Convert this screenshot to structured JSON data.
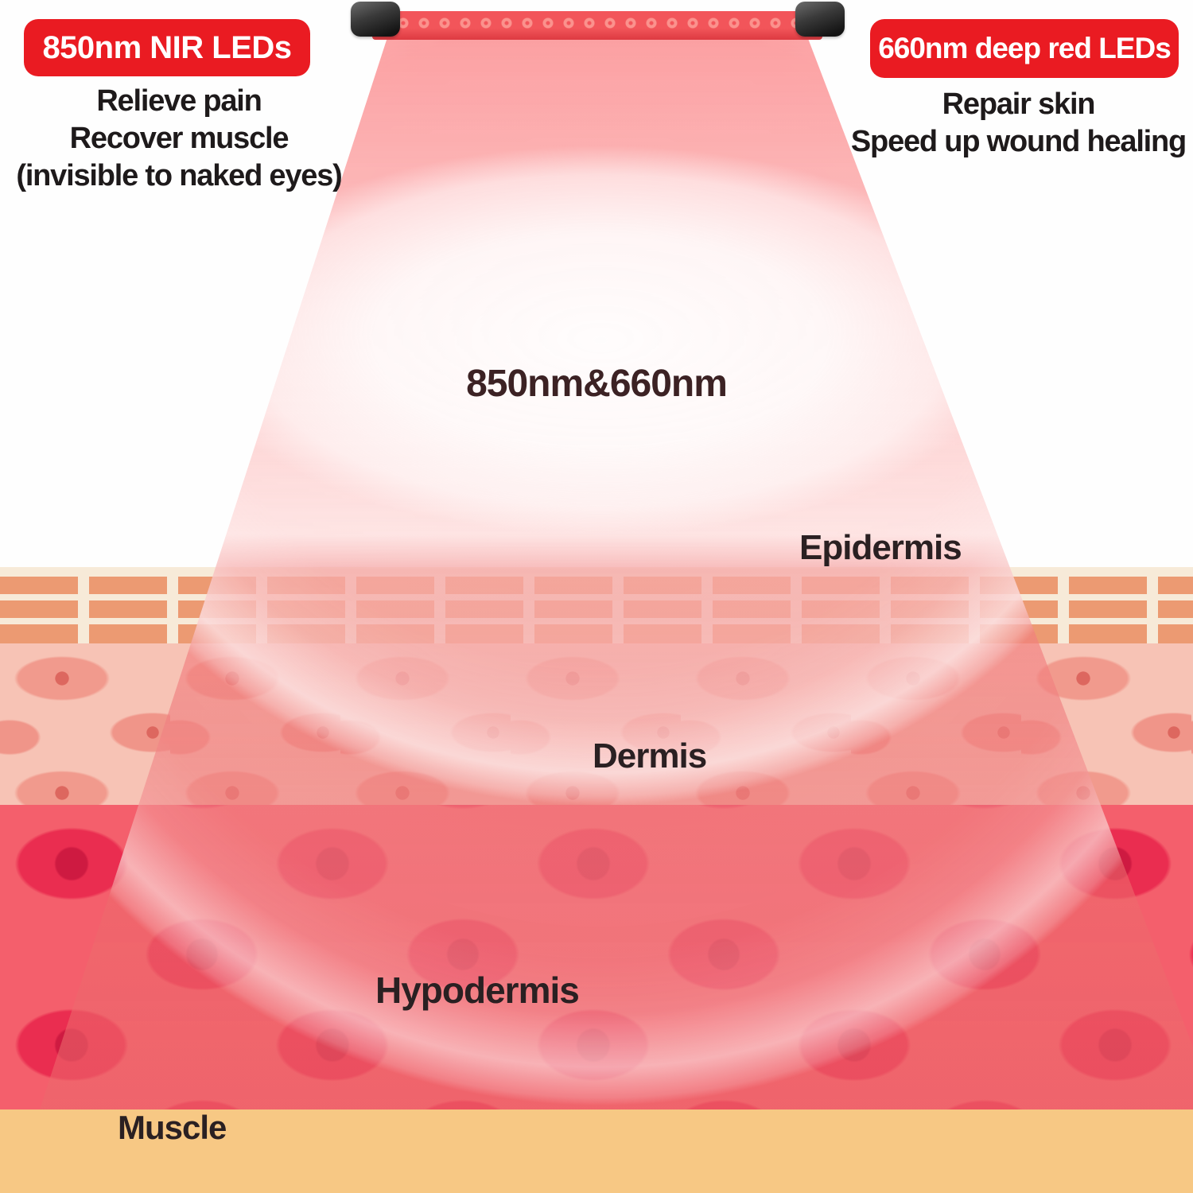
{
  "leds": {
    "left": {
      "badge": "850nm NIR LEDs",
      "lines": [
        "Relieve pain",
        "Recover muscle",
        "(invisible to naked eyes)"
      ]
    },
    "right": {
      "badge": "660nm deep red LEDs",
      "lines": [
        "Repair skin",
        "Speed up wound healing"
      ]
    }
  },
  "beam": {
    "label": "850nm&660nm"
  },
  "layers": {
    "epidermis": {
      "label": "Epidermis"
    },
    "dermis": {
      "label": "Dermis"
    },
    "hypodermis": {
      "label": "Hypodermis"
    },
    "muscle": {
      "label": "Muscle"
    }
  },
  "colors": {
    "badge_red": "#ea1b22",
    "beam_red": "#f96868",
    "epidermis_bg": "#f7ead8",
    "epidermis_brick": "#ec9a72",
    "dermis_bg": "#f7c3b5",
    "dermis_cell": "#f19a8d",
    "hypodermis_bg": "#f45f6c",
    "hypodermis_cell": "#ea2d50",
    "hypodermis_nucleus": "#ce1a41",
    "muscle": "#f7c884",
    "label_text": "#2a2022"
  }
}
